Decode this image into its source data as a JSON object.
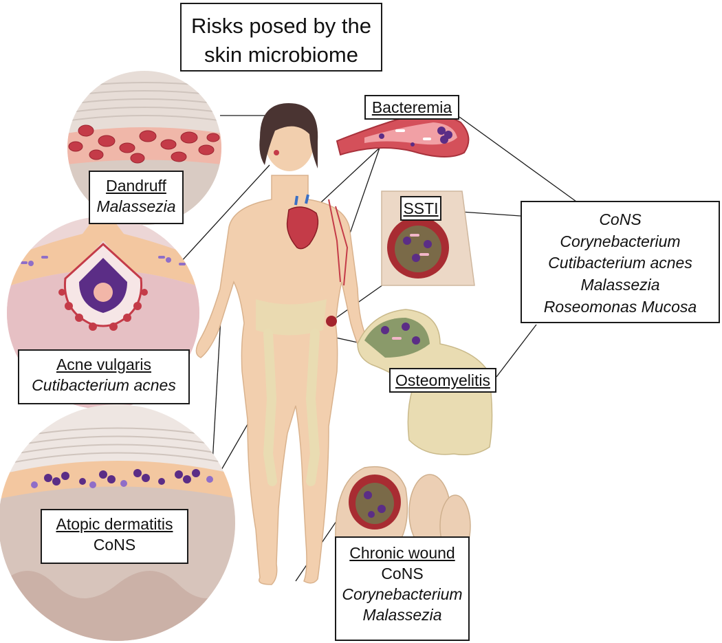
{
  "title": {
    "line1": "Risks posed by the",
    "line2": "skin microbiome"
  },
  "bacteremia": {
    "label": "Bacteremia"
  },
  "ssti": {
    "label": "SSTI"
  },
  "pathogens": {
    "items": [
      "CoNS",
      "Corynebacterium",
      "Cutibacterium acnes",
      "Malassezia",
      "Roseomonas Mucosa"
    ]
  },
  "osteomyelitis": {
    "label": "Osteomyelitis"
  },
  "dandruff": {
    "label": "Dandruff",
    "organism": "Malassezia"
  },
  "acne": {
    "label": "Acne vulgaris",
    "organism": "Cutibacterium acnes"
  },
  "atopic": {
    "label": "Atopic dermatitis",
    "organism": "CoNS"
  },
  "wound": {
    "label": "Chronic wound",
    "org1": "CoNS",
    "org2": "Corynebacterium",
    "org3": "Malassezia"
  },
  "colors": {
    "skin": "#f2cfae",
    "bone": "#e9dcb2",
    "blood": "#c0303a",
    "microbe": "#5b2d86",
    "line": "#1a1a1a"
  }
}
